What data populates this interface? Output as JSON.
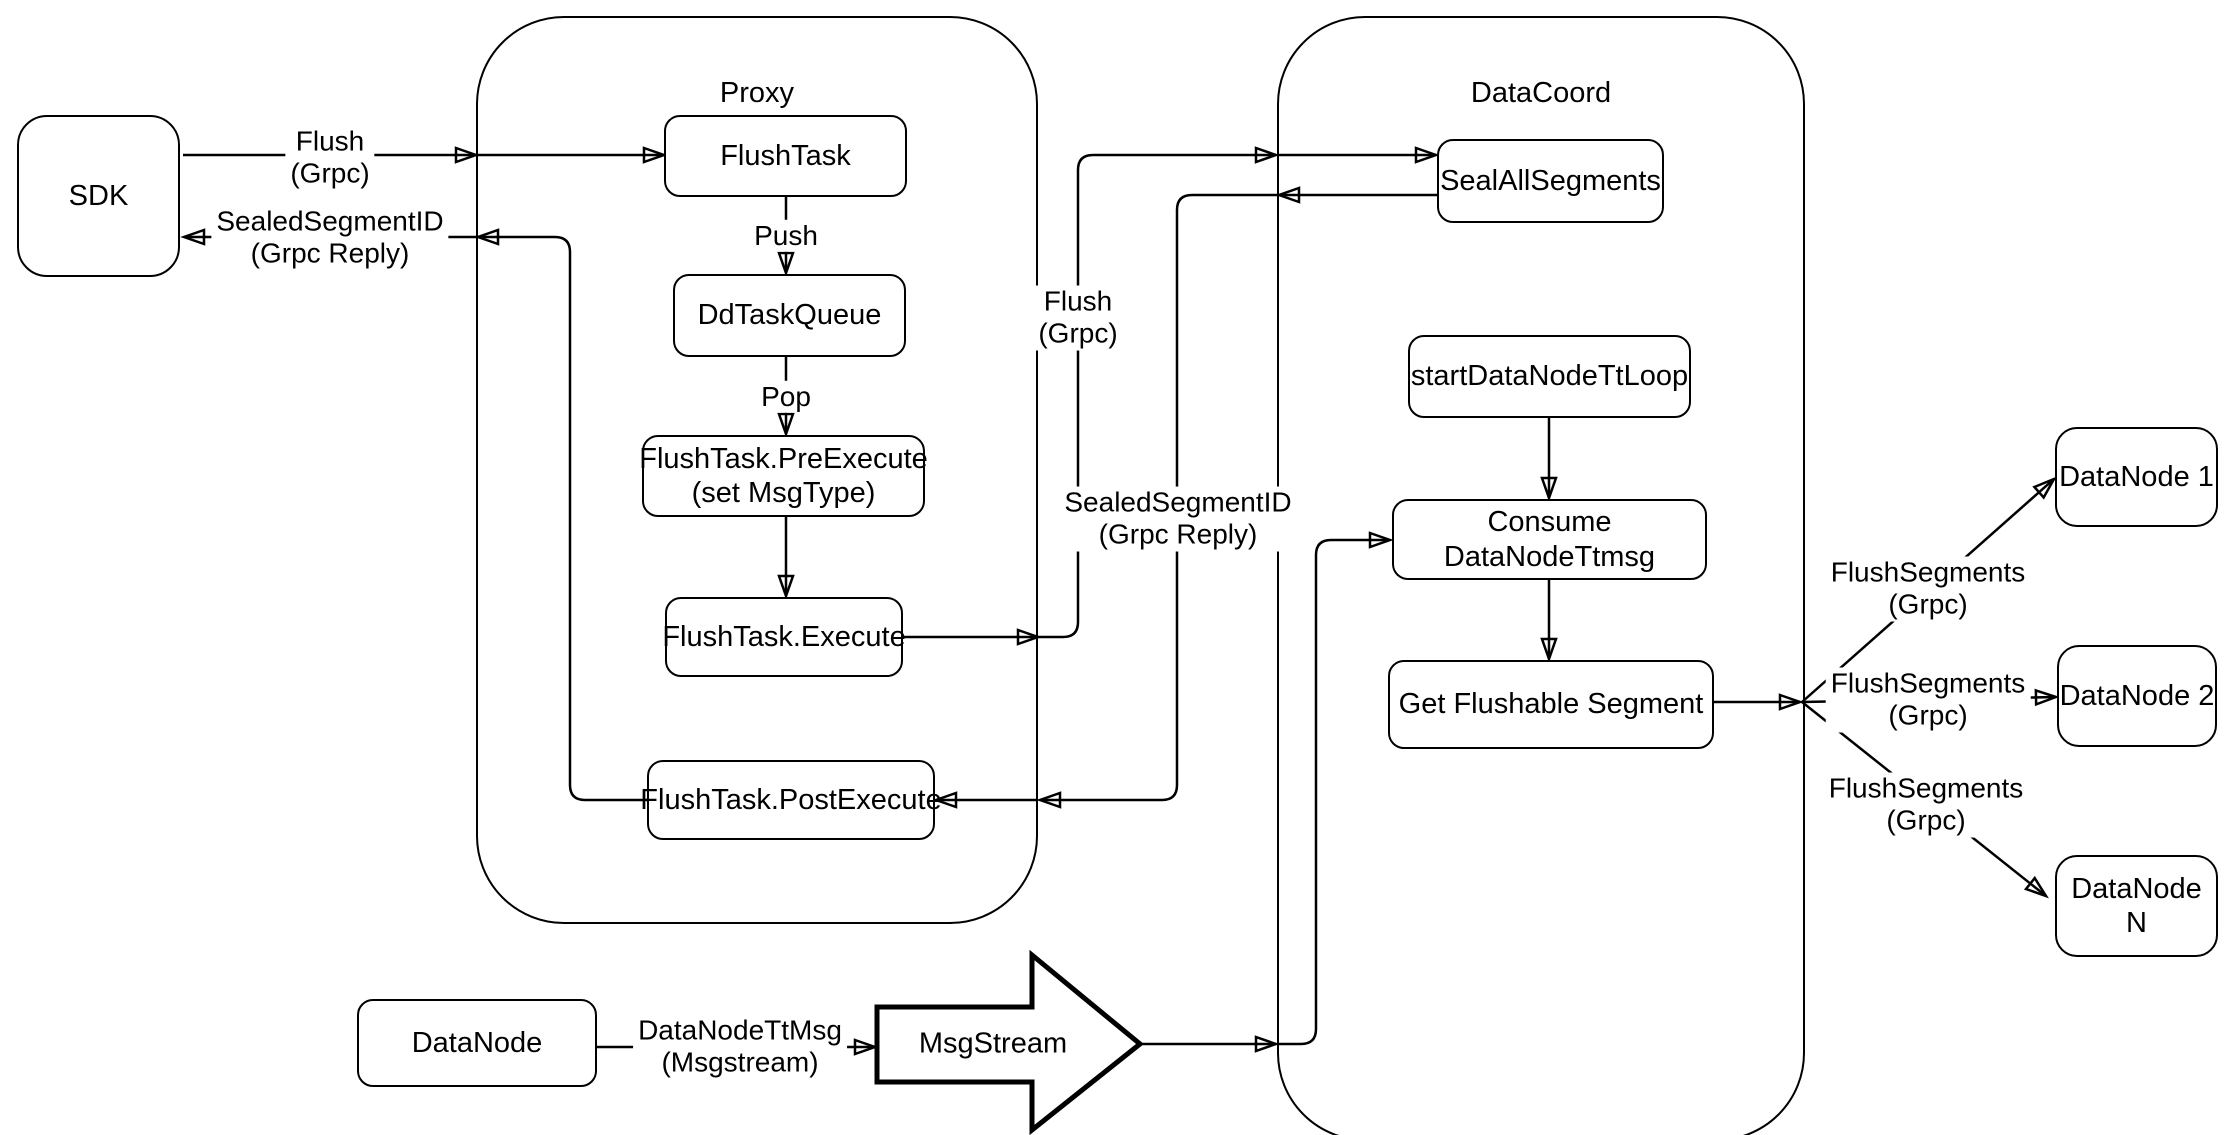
{
  "diagram": {
    "containers": {
      "proxy": {
        "label": "Proxy"
      },
      "datacoord": {
        "label": "DataCoord"
      }
    },
    "nodes": {
      "sdk": {
        "label": "SDK"
      },
      "flushTask": {
        "label": "FlushTask"
      },
      "ddTaskQueue": {
        "label": "DdTaskQueue"
      },
      "preExecute": {
        "label": "FlushTask.PreExecute",
        "sublabel": "(set MsgType)"
      },
      "execute": {
        "label": "FlushTask.Execute"
      },
      "postExecute": {
        "label": "FlushTask.PostExecute"
      },
      "sealAllSegments": {
        "label": "SealAllSegments"
      },
      "startDataNodeTtLoop": {
        "label": "startDataNodeTtLoop"
      },
      "consumeDataNodeTtmsg": {
        "label": "Consume DataNodeTtmsg"
      },
      "getFlushableSegment": {
        "label": "Get Flushable Segment"
      },
      "dataNode1": {
        "label": "DataNode 1"
      },
      "dataNode2": {
        "label": "DataNode 2"
      },
      "dataNodeN": {
        "label": "DataNode N"
      },
      "dataNode": {
        "label": "DataNode"
      },
      "msgStream": {
        "label": "MsgStream"
      }
    },
    "edges": {
      "sdkFlush": {
        "line1": "Flush",
        "line2": "(Grpc)"
      },
      "sdkReply": {
        "line1": "SealedSegmentID",
        "line2": "(Grpc Reply)"
      },
      "push": {
        "line1": "Push"
      },
      "pop": {
        "line1": "Pop"
      },
      "coordFlush": {
        "line1": "Flush",
        "line2": "(Grpc)"
      },
      "coordReply": {
        "line1": "SealedSegmentID",
        "line2": "(Grpc Reply)"
      },
      "flushSegments1": {
        "line1": "FlushSegments",
        "line2": "(Grpc)"
      },
      "flushSegments2": {
        "line1": "FlushSegments",
        "line2": "(Grpc)"
      },
      "flushSegments3": {
        "line1": "FlushSegments",
        "line2": "(Grpc)"
      },
      "dataNodeTtMsg": {
        "line1": "DataNodeTtMsg",
        "line2": "(Msgstream)"
      }
    },
    "colors": {
      "stroke": "#000000",
      "fill": "#ffffff",
      "text": "#000000",
      "background": "#ffffff"
    }
  }
}
